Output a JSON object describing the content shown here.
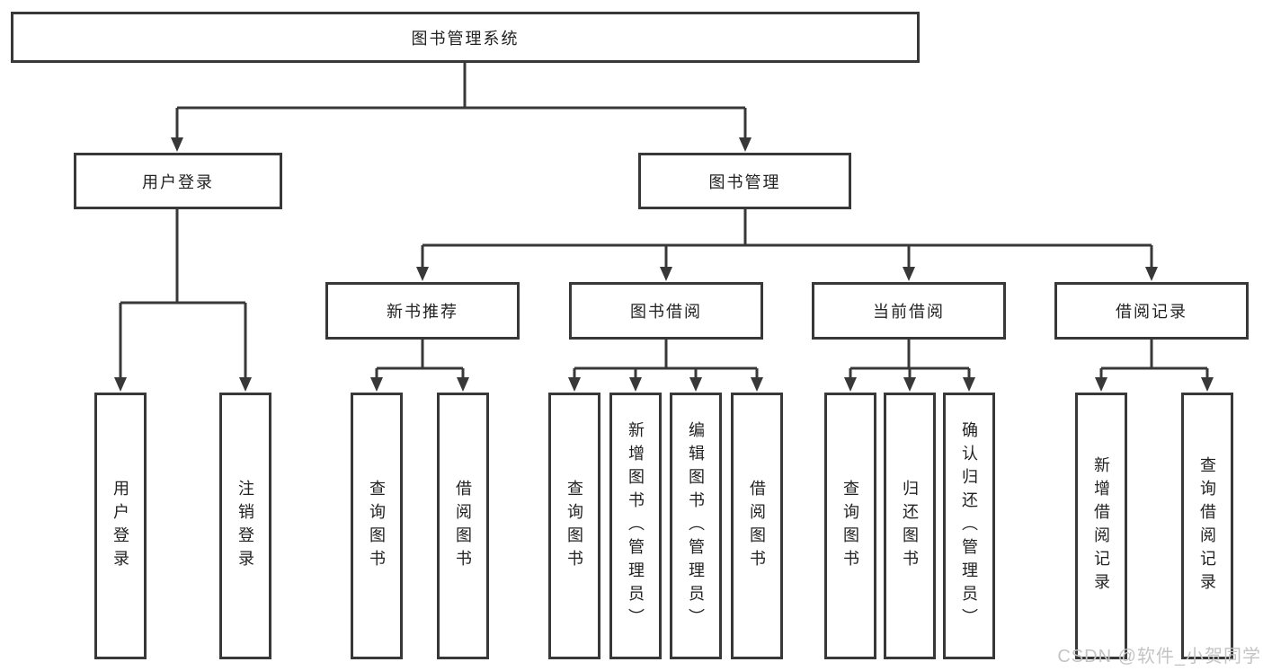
{
  "tree": {
    "root": {
      "label": "图书管理系统"
    },
    "user_login": {
      "label": "用户登录",
      "children": [
        "用户登录",
        "注销登录"
      ]
    },
    "book_mgmt": {
      "label": "图书管理"
    },
    "new_book": {
      "label": "新书推荐",
      "children": [
        "查询图书",
        "借阅图书"
      ]
    },
    "book_borrow": {
      "label": "图书借阅",
      "children": [
        "查询图书",
        "新增图书（管理员）",
        "编辑图书（管理员）",
        "借阅图书"
      ]
    },
    "current_borrow": {
      "label": "当前借阅",
      "children": [
        "查询图书",
        "归还图书",
        "确认归还（管理员）"
      ]
    },
    "borrow_record": {
      "label": "借阅记录",
      "children": [
        "新增借阅记录",
        "查询借阅记录"
      ]
    }
  },
  "watermark": "CSDN @软件_小贺同学",
  "colors": {
    "line": "#383838",
    "box_border": "#383838",
    "text": "#222222",
    "background": "#ffffff",
    "watermark": "#c4c4c4"
  }
}
